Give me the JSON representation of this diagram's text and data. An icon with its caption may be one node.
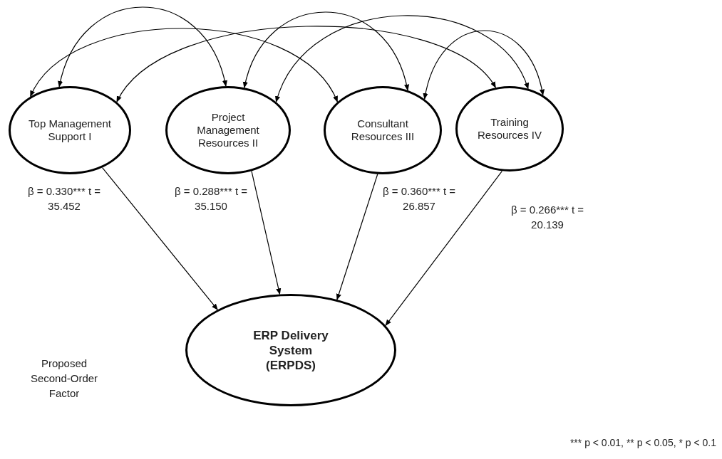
{
  "diagram": {
    "nodes": [
      {
        "text": [
          "Top Management Support I"
        ]
      },
      {
        "text": [
          "Project Management Resources II"
        ]
      },
      {
        "text": [
          "Consultant Resources III"
        ]
      },
      {
        "text": [
          "Training Resources IV"
        ]
      },
      {
        "text": [
          "ERP Delivery System (ERPDS)"
        ]
      }
    ],
    "edges": [
      {
        "from": 0,
        "to": 1,
        "arrow": "both"
      },
      {
        "from": 0,
        "to": 2,
        "arrow": "both"
      },
      {
        "from": 0,
        "to": 3,
        "arrow": "both"
      },
      {
        "from": 1,
        "to": 2,
        "arrow": "both"
      },
      {
        "from": 1,
        "to": 3,
        "arrow": "both"
      },
      {
        "from": 2,
        "to": 3,
        "arrow": "both"
      },
      {
        "from": 0,
        "to": 4,
        "arrow": "to",
        "label": "β = 0.330*** t = 35.452"
      },
      {
        "from": 1,
        "to": 4,
        "arrow": "to",
        "label": "β = 0.288*** t = 35.150"
      },
      {
        "from": 2,
        "to": 4,
        "arrow": "to",
        "label": "β = 0.360*** t = 26.857"
      },
      {
        "from": 3,
        "to": 4,
        "arrow": "to",
        "label": "β = 0.266*** t = 20.139"
      }
    ],
    "labels": [
      "Proposed Second-Order Factor",
      "*** p < 0.01, ** p < 0.05, * p < 0.1"
    ]
  }
}
